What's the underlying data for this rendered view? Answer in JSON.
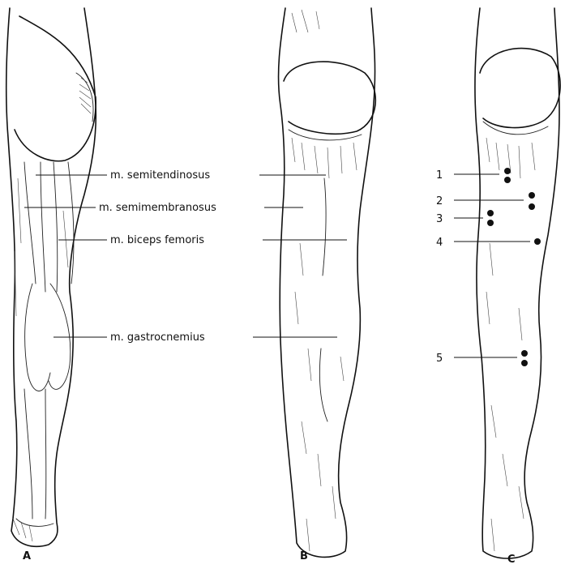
{
  "labels": {
    "semitendinosus": "m. semitendinosus",
    "semimembranosus": "m. semimembranosus",
    "biceps": "m. biceps femoris",
    "gastrocnemius": "m. gastrocnemius"
  },
  "points": [
    "1",
    "2",
    "3",
    "4",
    "5"
  ],
  "panels": [
    "A",
    "B",
    "C"
  ]
}
